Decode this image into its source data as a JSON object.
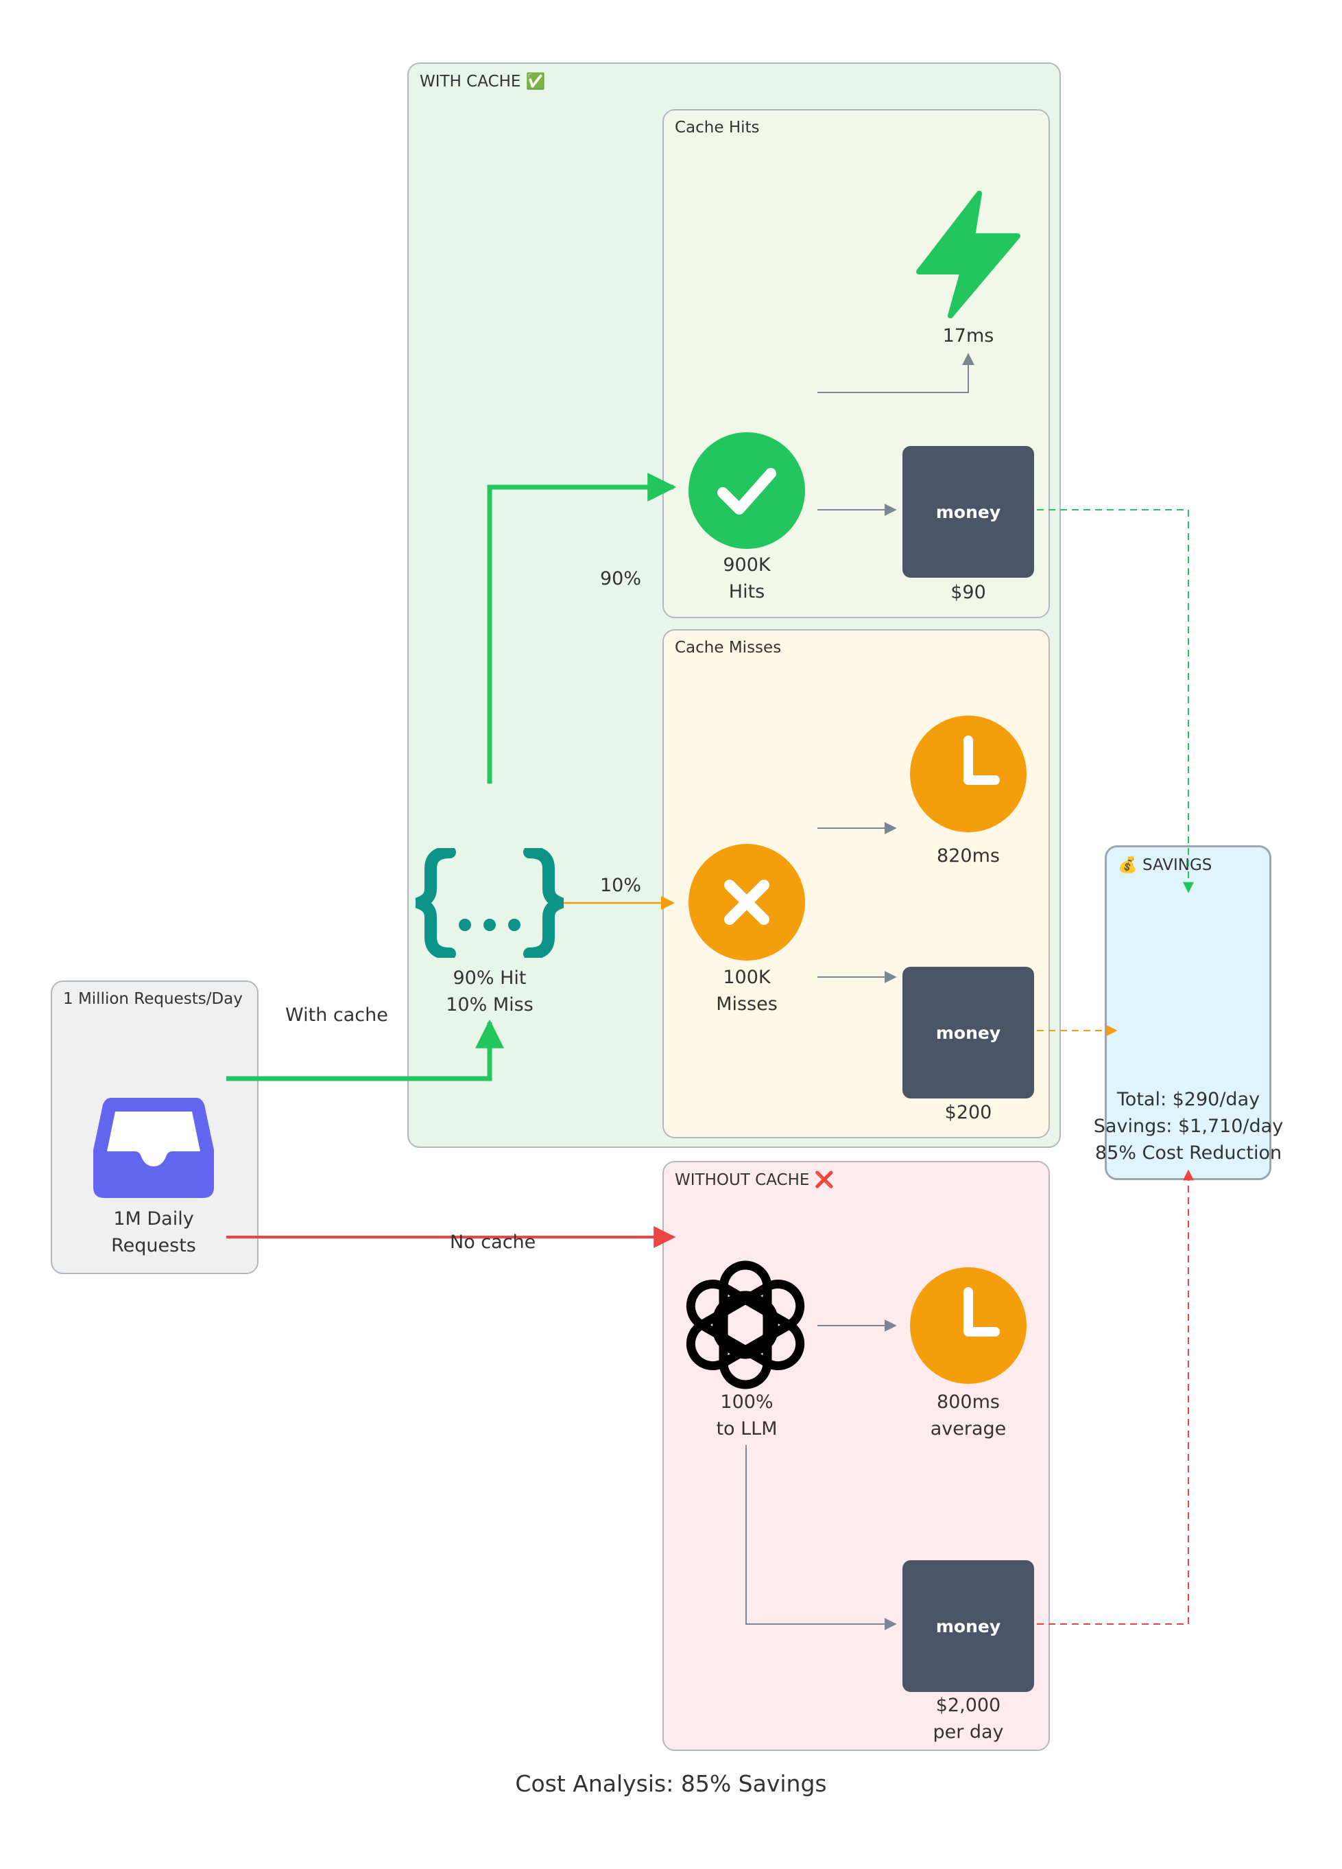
{
  "groups": {
    "with_cache": "WITH CACHE ✅",
    "cache_hits": "Cache Hits",
    "cache_misses": "Cache Misses",
    "requests": "1 Million Requests/Day",
    "without_cache": "WITHOUT CACHE ❌",
    "savings": "💰 SAVINGS"
  },
  "nodes": {
    "requests": "1M Daily\nRequests",
    "cache_router": "90% Hit\n10% Miss",
    "hits": "900K\nHits",
    "hit_latency": "17ms",
    "hit_cost": "$90",
    "misses": "100K\nMisses",
    "miss_latency": "820ms",
    "miss_cost": "$200",
    "llm": "100%\nto LLM",
    "llm_latency": "800ms\naverage",
    "llm_cost": "$2,000\nper day",
    "savings_summary": "Total: $290/day\nSavings: $1,710/day\n85% Cost Reduction"
  },
  "money_label": "money",
  "edges": {
    "with_cache": "With cache",
    "no_cache": "No cache",
    "hit_pct": "90%",
    "miss_pct": "10%"
  },
  "icons": {
    "requests": "inbox-icon",
    "router": "braces-icon",
    "hits": "check-circle-icon",
    "hit_latency": "lightning-icon",
    "misses": "x-circle-icon",
    "latency": "clock-icon",
    "llm": "openai-logo-icon",
    "cost": "money-icon"
  },
  "colors": {
    "green": "#22c55e",
    "orange": "#f59e0b",
    "red": "#ef4444",
    "purple": "#6366f1",
    "teal": "#0d9488",
    "dark": "#4a5568"
  },
  "footer": "Cost Analysis: 85% Savings"
}
